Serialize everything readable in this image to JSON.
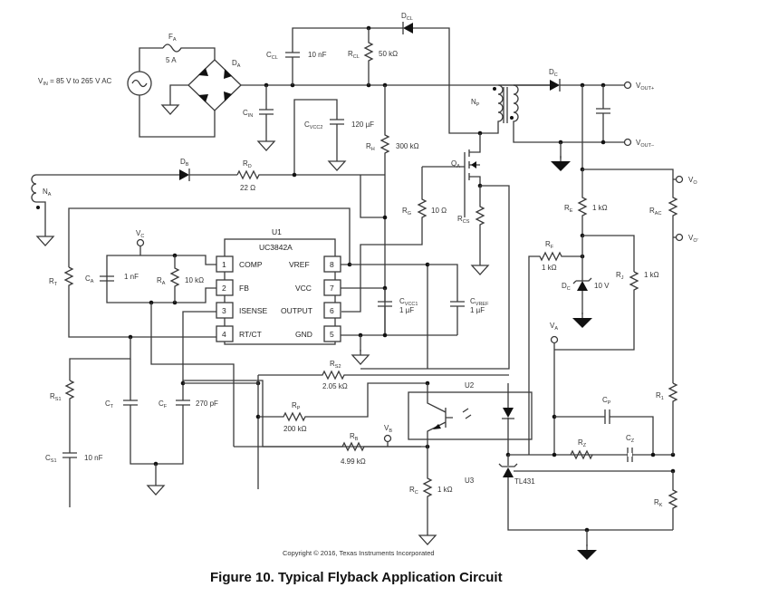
{
  "figure": {
    "caption": "Figure 10.  Typical Flyback Application Circuit",
    "copyright": "Copyright © 2016, Texas Instruments Incorporated"
  },
  "input": {
    "vin_label": "V",
    "vin_sub": "IN",
    "vin_value": " = 85 V to 265 V AC",
    "fuse": {
      "name": "F",
      "sub": "A",
      "value": "5 A"
    },
    "bridge": {
      "name": "D",
      "sub": "A"
    },
    "cin": {
      "name": "C",
      "sub": "IN"
    }
  },
  "clamp": {
    "ccl": {
      "name": "C",
      "sub": "CL",
      "value": "10 nF"
    },
    "rcl": {
      "name": "R",
      "sub": "CL",
      "value": "50 kΩ"
    },
    "dcl": {
      "name": "D",
      "sub": "CL"
    }
  },
  "startup": {
    "cvcc2": {
      "name": "C",
      "sub": "VCC2",
      "value": "120 µF"
    },
    "rh": {
      "name": "R",
      "sub": "H",
      "value": "300 kΩ"
    }
  },
  "transformer": {
    "np": {
      "name": "N",
      "sub": "P"
    },
    "na": {
      "name": "N",
      "sub": "A"
    }
  },
  "output": {
    "dc": {
      "name": "D",
      "sub": "C"
    },
    "vout_plus": {
      "name": "V",
      "sub": "OUT+"
    },
    "vout_minus": {
      "name": "V",
      "sub": "OUT–"
    }
  },
  "aux": {
    "db": {
      "name": "D",
      "sub": "B"
    },
    "rd": {
      "name": "R",
      "sub": "D",
      "value": "22 Ω"
    }
  },
  "switch": {
    "qa": {
      "name": "Q",
      "sub": "A"
    },
    "rg": {
      "name": "R",
      "sub": "G",
      "value": "10 Ω"
    },
    "rcs": {
      "name": "R",
      "sub": "CS"
    }
  },
  "controller": {
    "ref": "U1",
    "part": "UC3842A",
    "pins_left": [
      {
        "num": "1",
        "name": "COMP"
      },
      {
        "num": "2",
        "name": "FB"
      },
      {
        "num": "3",
        "name": "ISENSE"
      },
      {
        "num": "4",
        "name": "RT/CT"
      }
    ],
    "pins_right": [
      {
        "num": "8",
        "name": "VREF"
      },
      {
        "num": "7",
        "name": "VCC"
      },
      {
        "num": "6",
        "name": "OUTPUT"
      },
      {
        "num": "5",
        "name": "GND"
      }
    ],
    "vc": {
      "name": "V",
      "sub": "C"
    },
    "ca": {
      "name": "C",
      "sub": "A",
      "value": "1 nF"
    },
    "ra": {
      "name": "R",
      "sub": "A",
      "value": "10 kΩ"
    },
    "rt": {
      "name": "R",
      "sub": "T"
    },
    "cvcc1": {
      "name": "C",
      "sub": "VCC1",
      "value": "1 µF"
    },
    "cvref": {
      "name": "C",
      "sub": "VREF",
      "value": "1 µF"
    }
  },
  "compensation": {
    "rs1": {
      "name": "R",
      "sub": "S1"
    },
    "cs1": {
      "name": "C",
      "sub": "S1",
      "value": "10 nF"
    },
    "ct": {
      "name": "C",
      "sub": "T"
    },
    "cf": {
      "name": "C",
      "sub": "F",
      "value": "270 pF"
    },
    "rs2": {
      "name": "R",
      "sub": "S2",
      "value": "2.05 kΩ"
    },
    "rp": {
      "name": "R",
      "sub": "P",
      "value": "200 kΩ"
    },
    "rb": {
      "name": "R",
      "sub": "B",
      "value": "4.99 kΩ"
    },
    "vb": {
      "name": "V",
      "sub": "B"
    },
    "rc": {
      "name": "R",
      "sub": "C",
      "value": "1 kΩ"
    }
  },
  "feedback": {
    "u2": "U2",
    "u3": "U3",
    "tl431": "TL431",
    "re": {
      "name": "R",
      "sub": "E",
      "value": "1 kΩ"
    },
    "rac": {
      "name": "R",
      "sub": "AC"
    },
    "vo": {
      "name": "V",
      "sub": "O"
    },
    "vo_prime": {
      "name": "V",
      "sub": "O'"
    },
    "rf": {
      "name": "R",
      "sub": "F",
      "value": "1 kΩ"
    },
    "dz": {
      "name": "D",
      "sub": "C",
      "value": "10 V"
    },
    "rj": {
      "name": "R",
      "sub": "J",
      "value": "1 kΩ"
    },
    "va": {
      "name": "V",
      "sub": "A"
    },
    "cp": {
      "name": "C",
      "sub": "P"
    },
    "rz": {
      "name": "R",
      "sub": "Z"
    },
    "cz": {
      "name": "C",
      "sub": "Z"
    },
    "r1": {
      "name": "R",
      "sub": "1"
    },
    "rk": {
      "name": "R",
      "sub": "K"
    }
  }
}
